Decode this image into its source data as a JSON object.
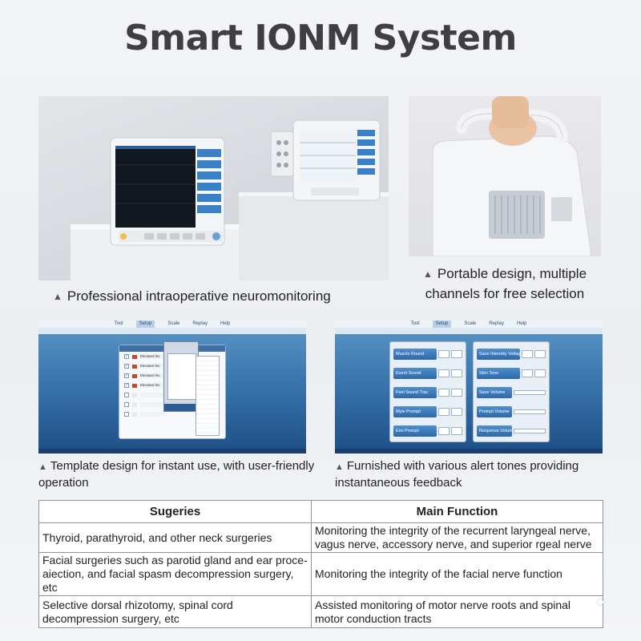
{
  "page": {
    "title": "Smart IONM System"
  },
  "photos": {
    "main": {
      "brand_small": "",
      "caption": "Professional intraoperative neuromonitoring"
    },
    "side": {
      "caption": "Portable design, multiple channels for free selection"
    }
  },
  "screens": {
    "left": {
      "menu": [
        "Tool",
        "Setup",
        "Scale",
        "Replay",
        "Help"
      ],
      "active_menu": "Setup",
      "caption": "Template design for instant use, with user-friendly operation",
      "templates": [
        {
          "checked": true,
          "name": "Elevated lev"
        },
        {
          "checked": true,
          "name": "Elevated lev"
        },
        {
          "checked": true,
          "name": "Elevated lev"
        },
        {
          "checked": true,
          "name": "Elevated lev"
        },
        {
          "checked": false,
          "name": ""
        },
        {
          "checked": false,
          "name": ""
        },
        {
          "checked": false,
          "name": ""
        }
      ]
    },
    "right": {
      "menu": [
        "Tool",
        "Setup",
        "Scale",
        "Replay",
        "Help"
      ],
      "active_menu": "Setup",
      "caption": "Furnished with various alert tones providing instantaneous feedback",
      "tones_left": [
        "Muscle Round",
        "Event Sound",
        "Feel Sound Trac",
        "Myle Prompt",
        "Emi Prompt"
      ],
      "tones_right": [
        "Save Intensity Voltages",
        "Stim Tone",
        "Save Volume",
        "Prompt Volume",
        "Response Volume"
      ]
    }
  },
  "table": {
    "headers": [
      "Sugeries",
      "Main Function"
    ],
    "rows": [
      [
        "Thyroid, parathyroid, and other neck surgeries",
        "Monitoring the integrity of the recurrent laryngeal nerve, vagus nerve, accessory nerve, and superior rgeal nerve"
      ],
      [
        "Facial surgeries such as parotid gland and ear proce-aiection, and facial spasm decompression surgery, etc",
        "Monitoring the integrity of the facial nerve function"
      ],
      [
        "Selective dorsal rhizotomy, spinal cord decompression surgery, etc",
        "Assisted monitoring of motor nerve roots and spinal motor conduction tracts"
      ]
    ]
  },
  "marks": {
    "triangle": "▲"
  },
  "icons": {
    "caption_marker": "triangle-up-icon",
    "corner_mark": "sparkle-icon"
  },
  "colors": {
    "screen_blue_top": "#5d97c8",
    "screen_blue_bottom": "#1e4f86",
    "title": "#3f3f41"
  }
}
